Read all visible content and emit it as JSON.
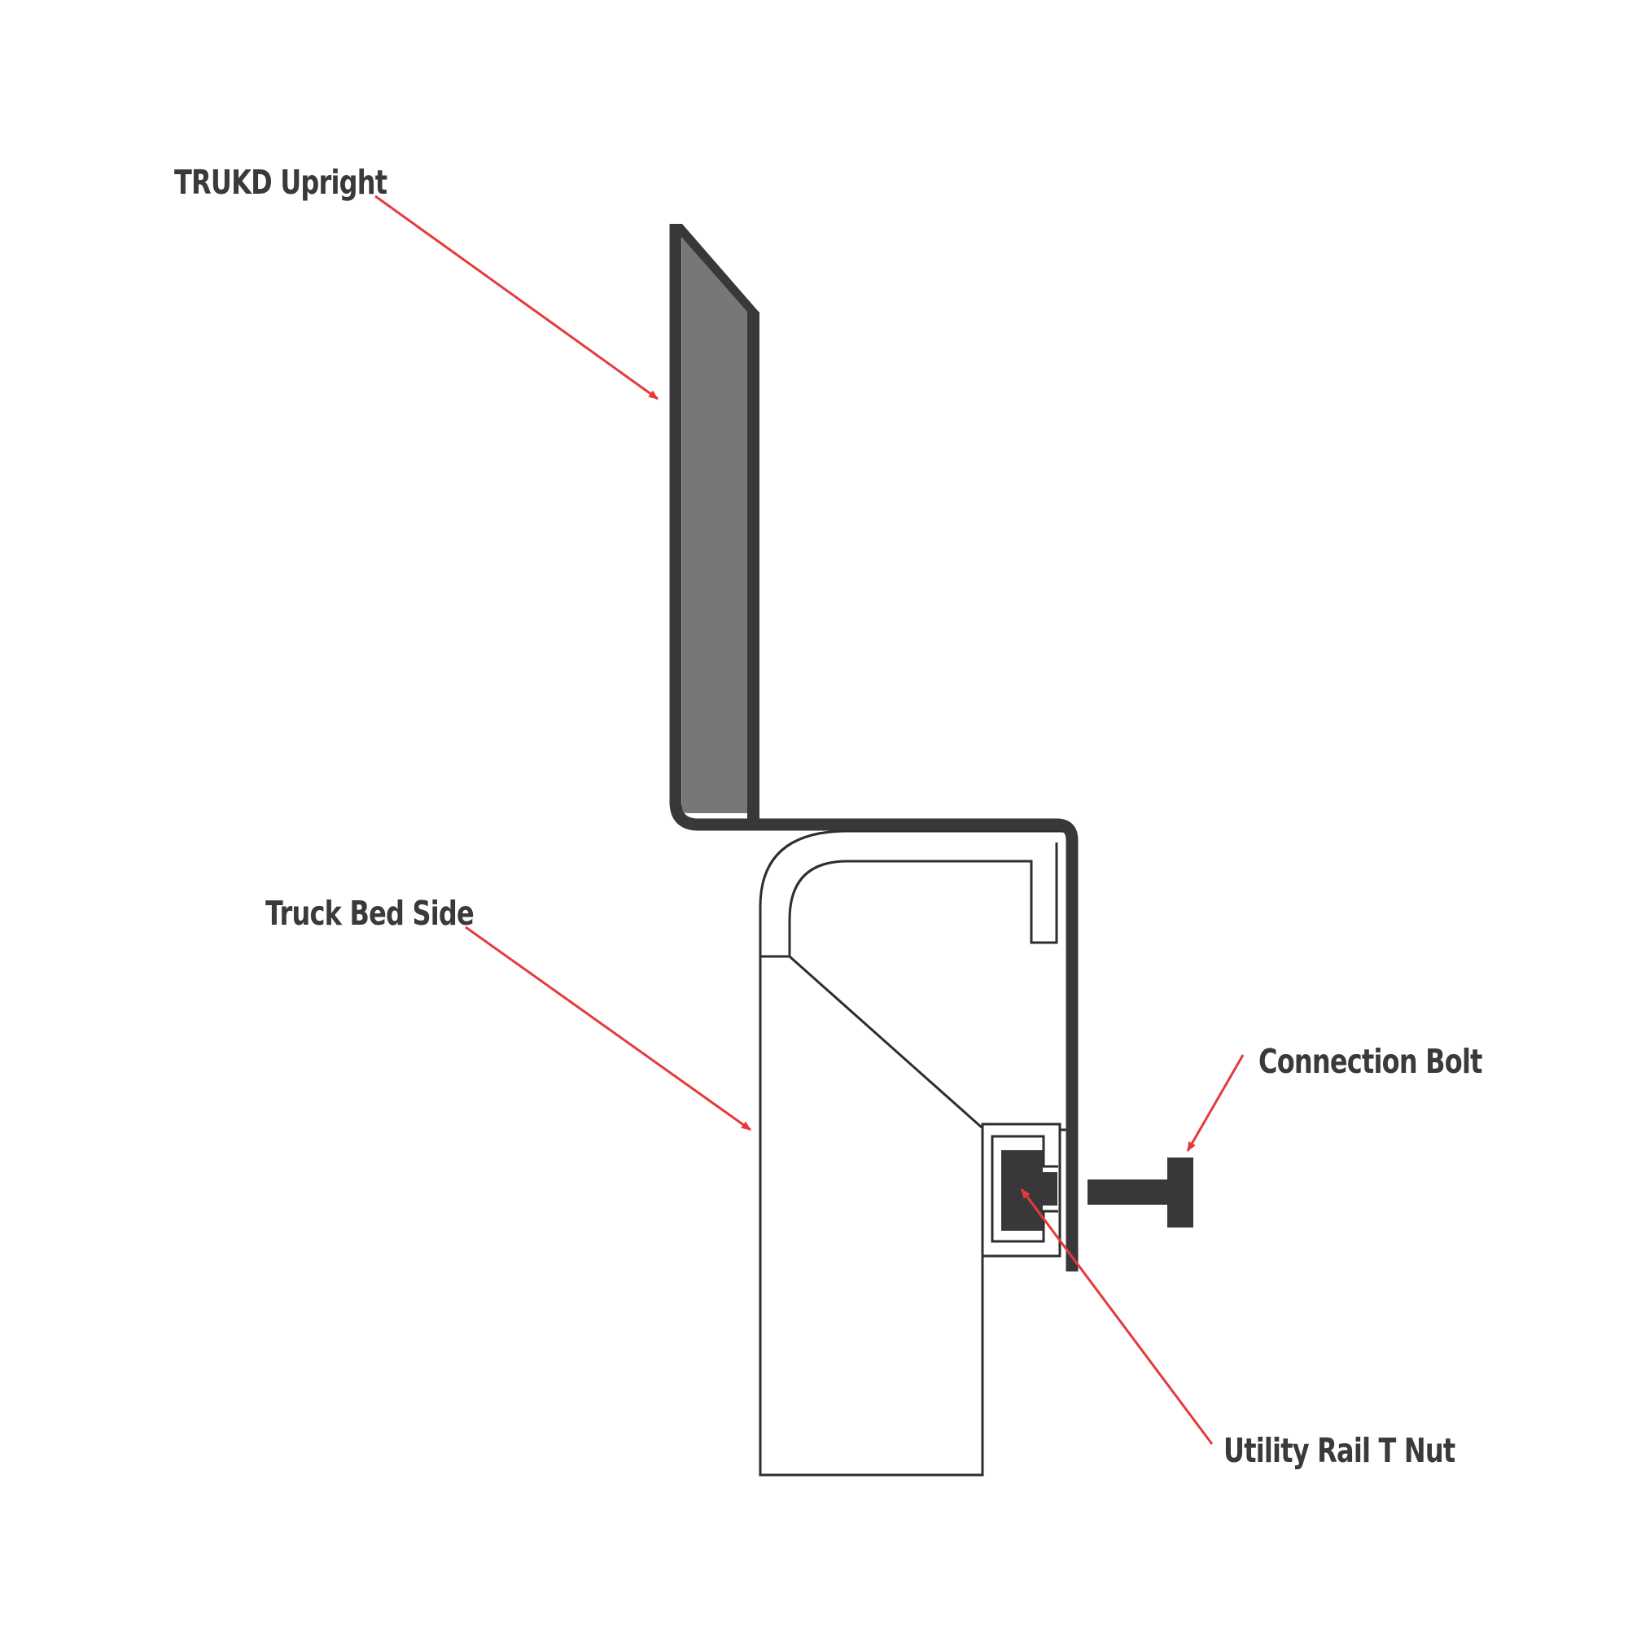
{
  "labels": {
    "upright": "TRUKD Upright",
    "bed_side": "Truck Bed Side",
    "connection_bolt": "Connection Bolt",
    "t_nut": "Utility Rail T Nut"
  },
  "colors": {
    "text": "#3a3a3c",
    "arrow": "#e63939",
    "steel_dark": "#38383a",
    "steel_face": "#777777",
    "outline": "#2e2e30",
    "background": "#ffffff"
  }
}
